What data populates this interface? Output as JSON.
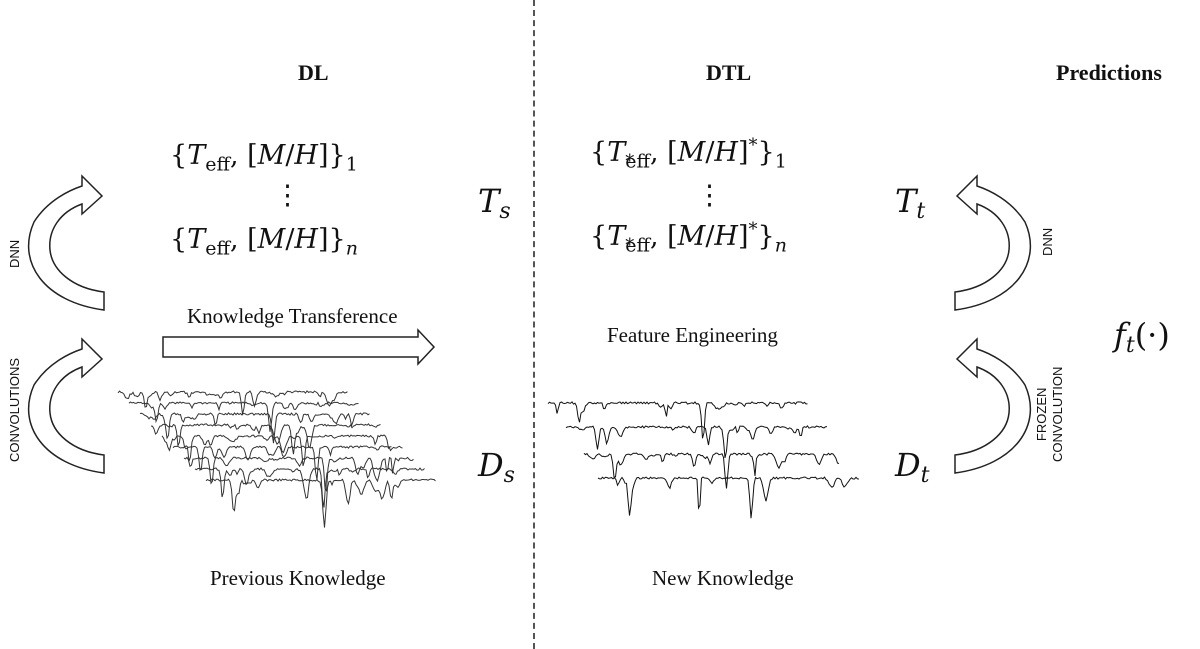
{
  "headers": {
    "dl": "DL",
    "dtl": "DTL",
    "predictions": "Predictions"
  },
  "labels": {
    "knowledge_transference": "Knowledge Transference",
    "feature_engineering": "Feature Engineering",
    "previous_knowledge": "Previous Knowledge",
    "new_knowledge": "New Knowledge",
    "dnn_left": "DNN",
    "convolutions_left": "CONVOLUTIONS",
    "dnn_right": "DNN",
    "frozen_convolution_line1": "FROZEN",
    "frozen_convolution_line2": "CONVOLUTION"
  },
  "symbols": {
    "Ts_main": "T",
    "Ts_sub": "s",
    "Ds_main": "D",
    "Ds_sub": "s",
    "Tt_main": "T",
    "Tt_sub": "t",
    "Dt_main": "D",
    "Dt_sub": "t",
    "ft": "f",
    "ft_sub": "t",
    "ft_arg": "(·)"
  },
  "dl_set": {
    "first": "{T_eff, [M/H]}_1",
    "dots": "⋮",
    "last": "{T_eff, [M/H]}_n"
  },
  "dtl_set": {
    "first": "{T*_eff, [M/H]*}_1",
    "dots": "⋮",
    "last": "{T*_eff, [M/H]*}_n"
  },
  "icons": [
    "curved-arrow-icon",
    "right-arrow-icon",
    "spectra-icon",
    "divider-line"
  ]
}
